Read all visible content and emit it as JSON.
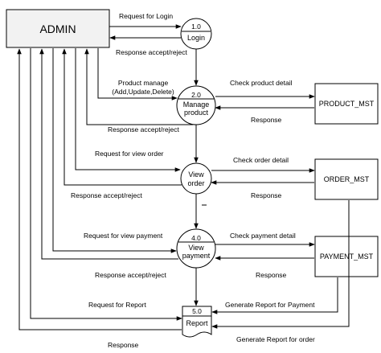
{
  "colors": {
    "stroke": "#000000",
    "admin_fill": "#f2f2f2",
    "store_fill": "#ffffff",
    "process_fill": "#ffffff"
  },
  "admin": {
    "label": "ADMIN"
  },
  "processes": {
    "login": {
      "number": "1.0",
      "label": "Login"
    },
    "product": {
      "number": "2.0",
      "label_line1": "Manage",
      "label_line2": "product"
    },
    "order": {
      "label_line1": "View",
      "label_line2": "order"
    },
    "payment": {
      "number": "4.0",
      "label_line1": "View",
      "label_line2": "payment"
    },
    "report": {
      "number": "5.0",
      "label": "Report"
    }
  },
  "stores": {
    "product": "PRODUCT_MST",
    "order": "ORDER_MST",
    "payment": "PAYMENT_MST"
  },
  "flows": {
    "request_login": "Request for Login",
    "response_login": "Response accept/reject",
    "product_manage_line1": "Product manage",
    "product_manage_line2": "(Add,Update,Delete)",
    "response_product": "Response accept/reject",
    "check_product": "Check product detail",
    "response_product_store": "Response",
    "request_view_order": "Request for view order",
    "response_order": "Response accept/reject",
    "check_order": "Check order detail",
    "response_order_store": "Response",
    "request_view_payment": "Request for view payment",
    "response_payment": "Response accept/reject",
    "check_payment": "Check payment detail",
    "response_payment_store": "Response",
    "request_report": "Request for Report",
    "generate_payment": "Generate Report for Payment",
    "generate_order": "Generate Report for order",
    "response_report": "Response"
  }
}
